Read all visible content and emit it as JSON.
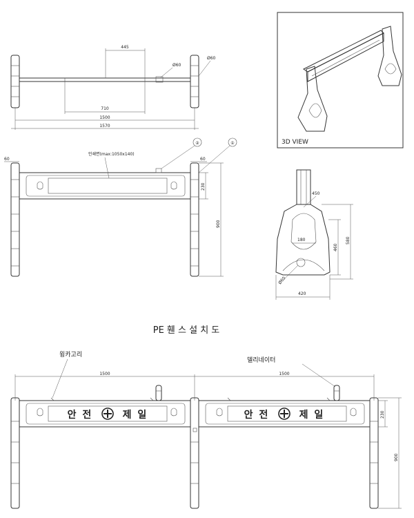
{
  "top_view": {
    "dims": {
      "d445": "445",
      "d710": "710",
      "d1500": "1500",
      "d1570": "1570",
      "d60a": "Ø60",
      "d60b": "Ø60"
    }
  },
  "view3d": {
    "label": "3D VIEW"
  },
  "front_view": {
    "print_area_label": "인쇄면(max:1050x140)",
    "callout_1": "①",
    "callout_2": "②",
    "dims": {
      "d60left": "60",
      "d60right": "60",
      "d230": "230",
      "d900": "900"
    }
  },
  "side_view": {
    "dims": {
      "d450": "450",
      "d180": "180",
      "d460": "460",
      "d580": "580",
      "d420": "420",
      "d60": "Ø60"
    }
  },
  "title": "PE 휀 스    설 치 도",
  "install": {
    "label_hook": "윙카고리",
    "label_delineator": "델리네이터",
    "panel_text_left_1": "안 전",
    "panel_text_left_2": "제 일",
    "panel_text_right_1": "안 전",
    "panel_text_right_2": "제 일",
    "dims": {
      "d1500a": "1500",
      "d1500b": "1500",
      "d230": "230",
      "d900": "900"
    }
  },
  "colors": {
    "line": "#333333",
    "background": "#ffffff"
  }
}
